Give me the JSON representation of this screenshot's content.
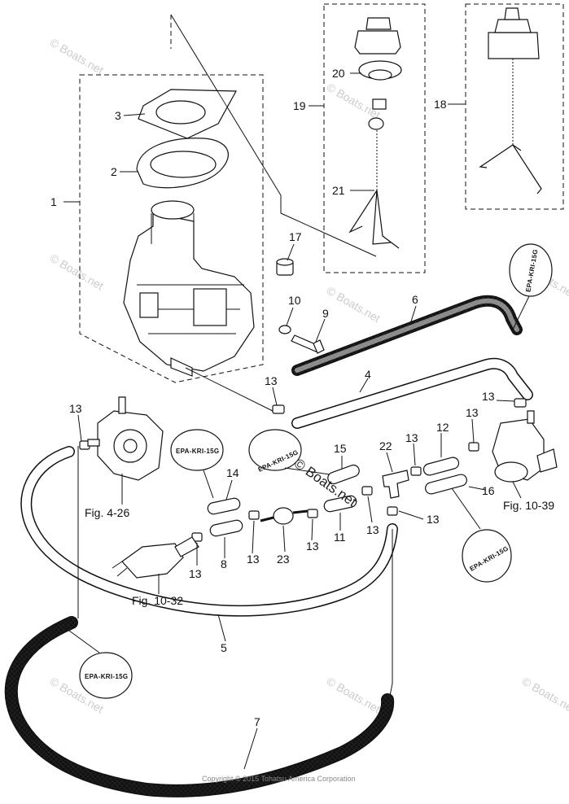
{
  "callouts": {
    "c1": "1",
    "c2": "2",
    "c3": "3",
    "c4": "4",
    "c5": "5",
    "c6": "6",
    "c7": "7",
    "c8": "8",
    "c9": "9",
    "c10": "10",
    "c11": "11",
    "c12": "12",
    "c14": "14",
    "c15": "15",
    "c16": "16",
    "c17": "17",
    "c18": "18",
    "c19": "19",
    "c20": "20",
    "c21": "21",
    "c22": "22",
    "c23": "23",
    "c13": "13"
  },
  "figure_refs": {
    "fig_4_26": "Fig. 4-26",
    "fig_10_32": "Fig. 10-32",
    "fig_10_39": "Fig. 10-39"
  },
  "hose_tag": "EPA-KRI-15G",
  "watermark": "© Boats.net",
  "copyright": "Copyright © 2015 Tohatsu America Corporation"
}
